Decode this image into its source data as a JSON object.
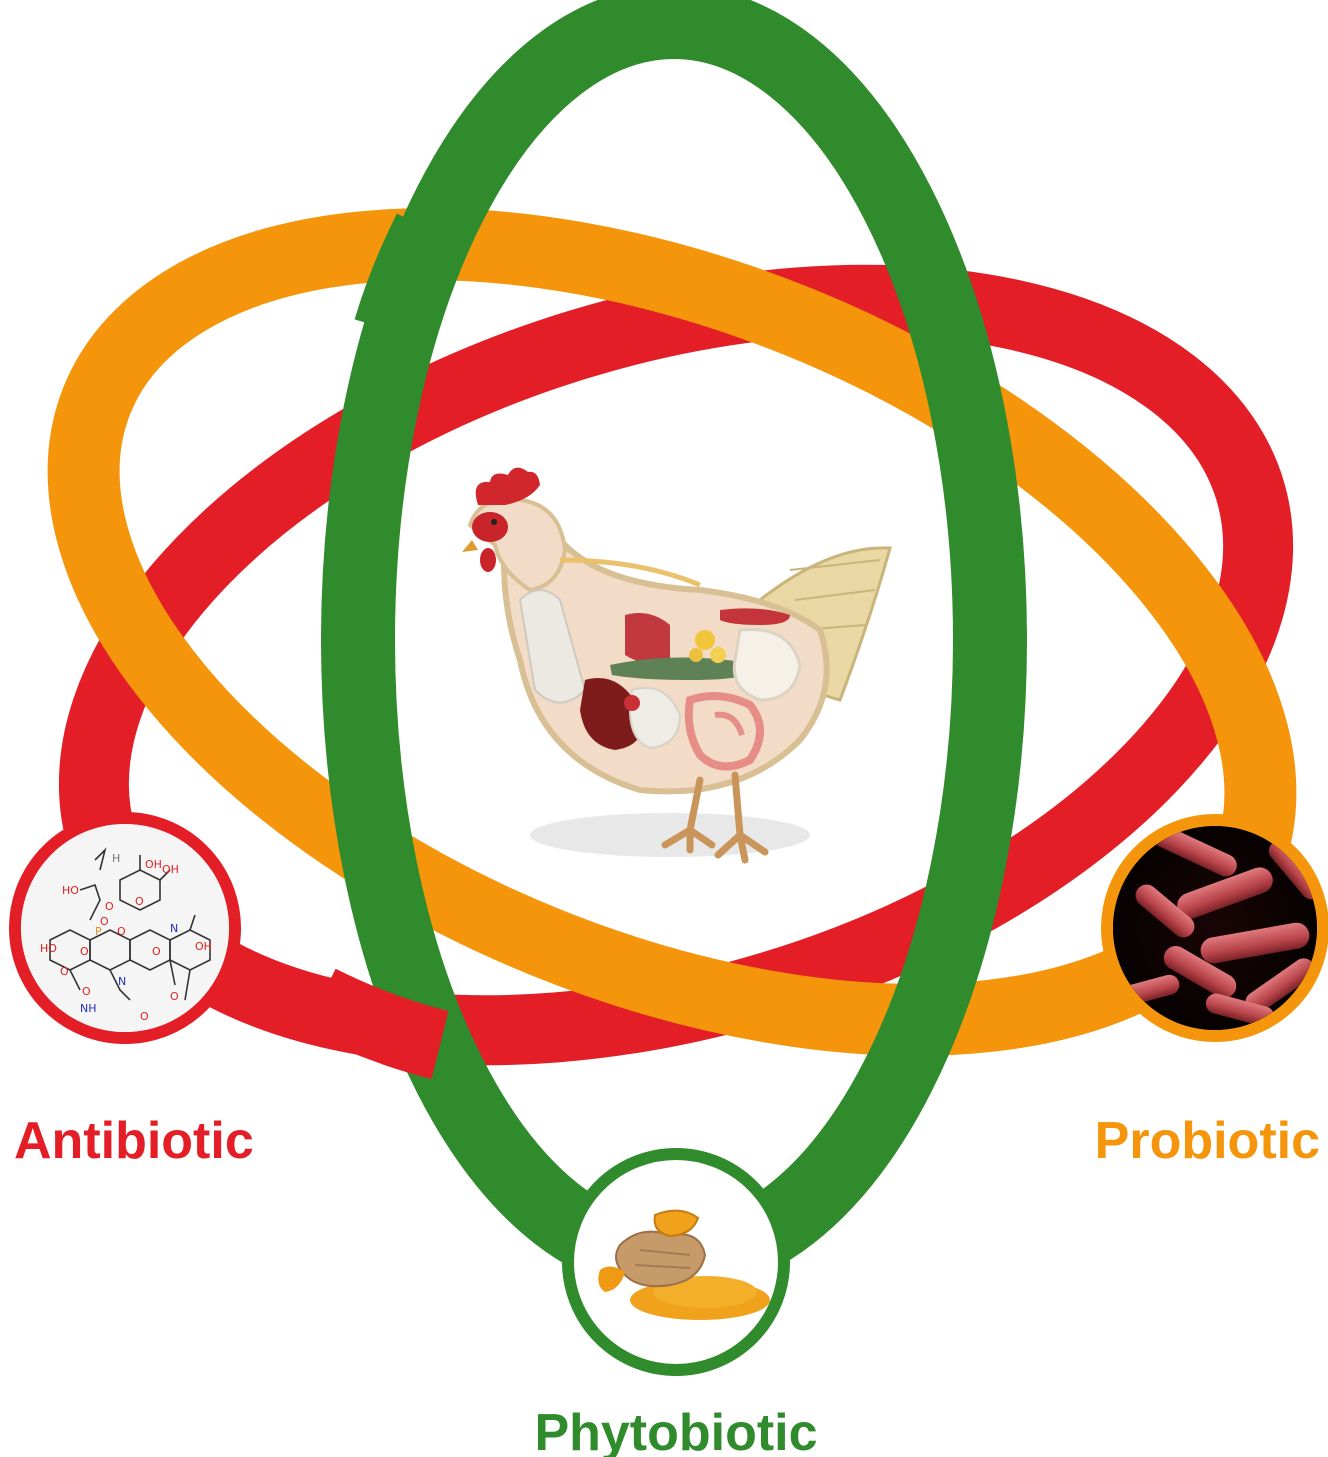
{
  "labels": {
    "antibiotic": "Antibiotic",
    "probiotic": "Probiotic",
    "phytobiotic": "Phytobiotic"
  },
  "colors": {
    "antibiotic": "#e31e26",
    "probiotic": "#f4950b",
    "phytobiotic": "#2f8b2c",
    "background": "#ffffff"
  },
  "icons": {
    "center": "chicken-anatomy-icon",
    "antibiotic": "molecule-structure-icon",
    "probiotic": "bacteria-icon",
    "phytobiotic": "turmeric-icon"
  }
}
